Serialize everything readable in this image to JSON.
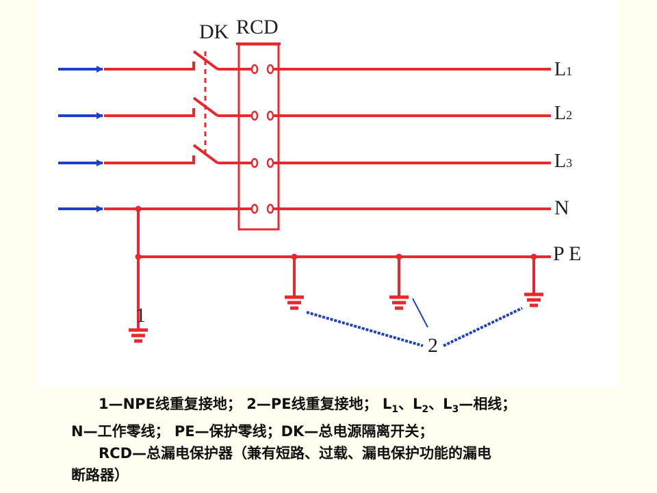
{
  "diagram": {
    "switch_label": "DK",
    "rcd_label": "RCD",
    "line_labels": {
      "l1_letter": "L",
      "l1_sub": "1",
      "l2_letter": "L",
      "l2_sub": "2",
      "l3_letter": "L",
      "l3_sub": "3",
      "n": "N",
      "pe": "P E"
    },
    "ground_markers": {
      "one": "1",
      "two": "2"
    },
    "colors": {
      "conductor": "#e8282f",
      "incoming": "#1f3fc8",
      "leader": "#1f3fc8",
      "text": "#202020"
    }
  },
  "caption": {
    "line1_a": "1—NPE线重复接地； 2—PE线重复接地； L",
    "line1_s1": "1",
    "line1_b": "、L",
    "line1_s2": "2",
    "line1_c": "、L",
    "line1_s3": "3",
    "line1_d": "—相线；",
    "line2": "N—工作零线；  PE—保护零线；DK—总电源隔离开关；",
    "line3": "RCD—总漏电保护器（兼有短路、过载、漏电保护功能的漏电",
    "line4": "断路器）"
  }
}
